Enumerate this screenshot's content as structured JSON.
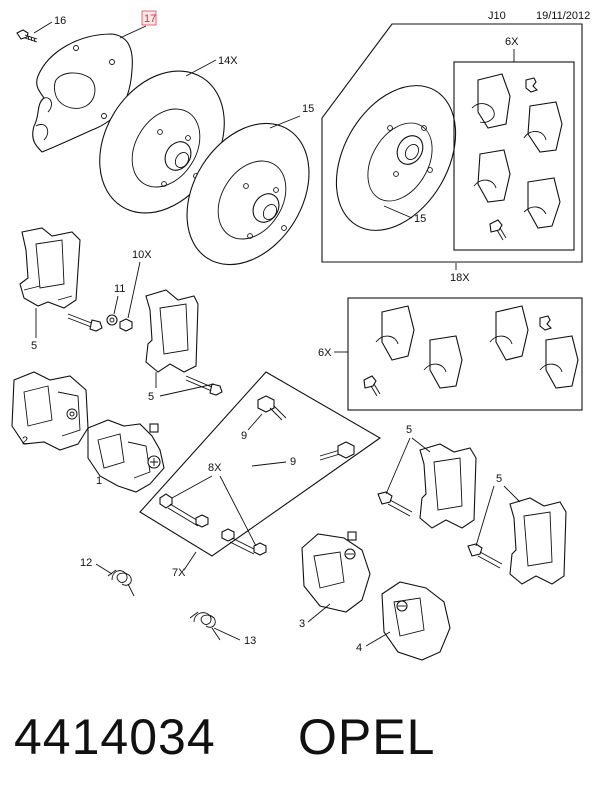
{
  "header": {
    "code": "J10",
    "date": "19/11/2012"
  },
  "labels": {
    "l1": "1",
    "l2": "2",
    "l3": "3",
    "l4": "4",
    "l5a": "5",
    "l5b": "5",
    "l5c": "5",
    "l5d": "5",
    "l6x_top": "6X",
    "l6x_mid": "6X",
    "l7x": "7X",
    "l8x": "8X",
    "l9a": "9",
    "l9b": "9",
    "l10x": "10X",
    "l11": "11",
    "l12": "12",
    "l13": "13",
    "l14x": "14X",
    "l15a": "15",
    "l15b": "15",
    "l16": "16",
    "l17": "17",
    "l18x": "18X"
  },
  "footer": {
    "part_number": "4414034",
    "brand": "OPEL"
  },
  "colors": {
    "highlight": "#d8313a",
    "line": "#111111"
  }
}
